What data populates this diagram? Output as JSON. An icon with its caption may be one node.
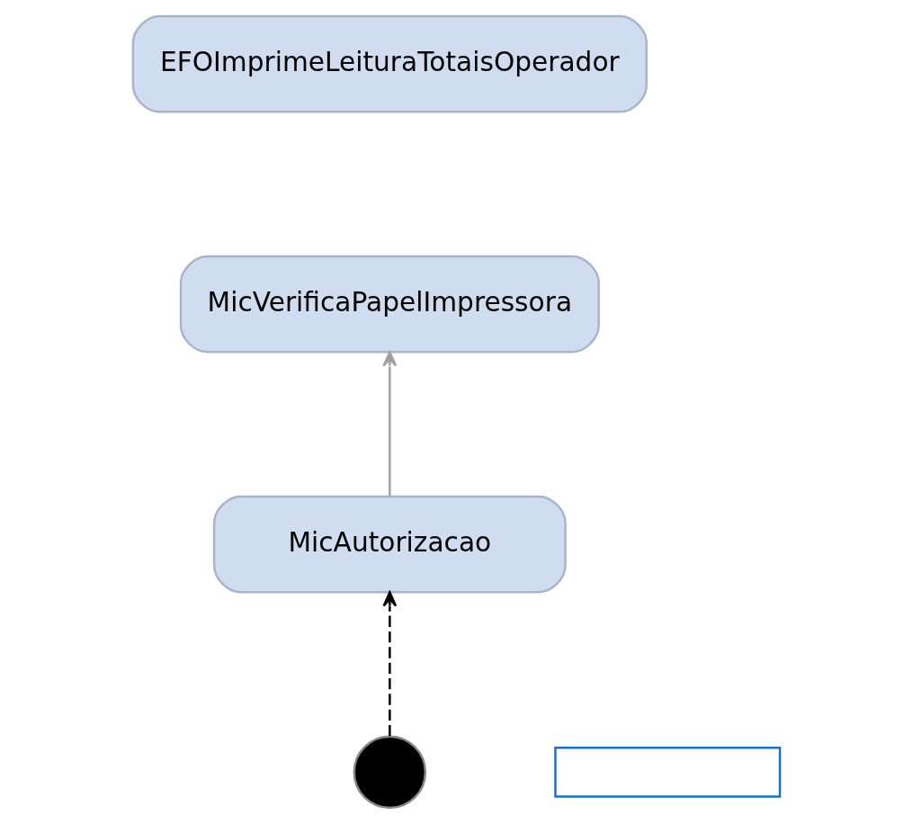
{
  "diagram": {
    "nodes": [
      {
        "text": [
          "EFOImprimeLeituraTotaisOperador"
        ]
      },
      {
        "text": [
          "MicVerificaPapelImpressora"
        ]
      },
      {
        "text": [
          "MicAutorizacao"
        ]
      },
      {
        "text": [],
        "shape": "box"
      },
      {
        "text": [],
        "shape": "circle"
      }
    ],
    "edges": [
      {
        "from": 2,
        "to": 1,
        "arrow": "to",
        "color": "#a0a0a0"
      },
      {
        "from": 4,
        "to": 2,
        "arrow": "to",
        "style": "dashed",
        "color": "#000000"
      }
    ]
  }
}
